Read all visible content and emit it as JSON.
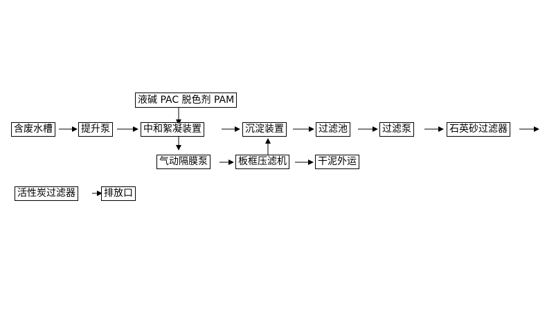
{
  "nodes": {
    "wastewater": "含废水槽",
    "lift_pump": "提升泵",
    "neutralization": "中和絮凝装置",
    "chemicals": "液碱 PAC 脱色剂 PAM",
    "sedimentation": "沉淀装置",
    "filter_tank": "过滤池",
    "filter_pump": "过滤泵",
    "sand_filter": "石英砂过滤器",
    "diaphragm_pump": "气动隔膜泵",
    "filter_press": "板框压滤机",
    "sludge_out": "干泥外运",
    "carbon_filter": "活性炭过滤器",
    "outlet": "排放口"
  }
}
